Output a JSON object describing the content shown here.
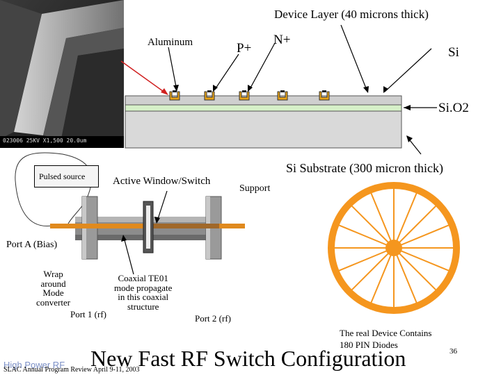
{
  "slide": {
    "title": "New Fast RF Switch Configuration",
    "page_number": "36",
    "footer_org": "SLAC Annual Program Review April 9-11, 2003",
    "footer_watermark": "High Power RF"
  },
  "sem_image": {
    "caption": "023006 25KV X1,500 20.0um"
  },
  "cross_section": {
    "label_device_layer": "Device Layer (40 microns thick)",
    "label_aluminum": "Aluminum",
    "label_p_plus": "P+",
    "label_n_plus": "N+",
    "label_si": "Si",
    "label_sio2": "Si.O2",
    "label_substrate": "Si Substrate (300 micron thick)",
    "colors": {
      "silicon": "#cfcfcf",
      "oxide": "#d6f0c8",
      "substrate": "#d9d9d9",
      "pads": "#e8a317",
      "arrow_red": "#d02020"
    }
  },
  "coax": {
    "label_pulsed_source": "Pulsed source",
    "label_active_window": "Active Window/Switch",
    "label_support": "Support",
    "label_port_a": "Port A (Bias)",
    "label_wrap": "Wrap\naround\nMode\nconverter",
    "label_coaxial": "Coaxial TE01\nmode propagate\nin this coaxial\nstructure",
    "label_port1": "Port 1 (rf)",
    "label_port2": "Port 2 (rf)",
    "colors": {
      "center_conductor": "#e08a1e",
      "body": "#8c8c8c"
    }
  },
  "wheel": {
    "label_device": "The real Device Contains\n180 PIN Diodes",
    "color": "#f5961e",
    "spokes": 16
  }
}
